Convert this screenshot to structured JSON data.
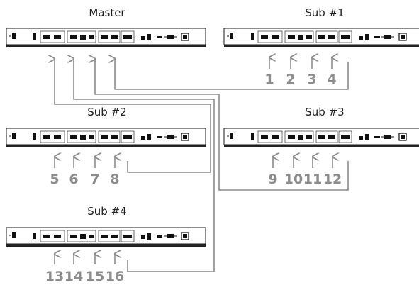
{
  "units": [
    {
      "id": "master",
      "label": "Master",
      "inputs": []
    },
    {
      "id": "sub1",
      "label": "Sub #1",
      "inputs": [
        "1",
        "2",
        "3",
        "4"
      ]
    },
    {
      "id": "sub2",
      "label": "Sub #2",
      "inputs": [
        "5",
        "6",
        "7",
        "8"
      ]
    },
    {
      "id": "sub3",
      "label": "Sub #3",
      "inputs": [
        "9",
        "10",
        "11",
        "12"
      ]
    },
    {
      "id": "sub4",
      "label": "Sub #4",
      "inputs": [
        "13",
        "14",
        "15",
        "16"
      ]
    }
  ],
  "colors": {
    "wire": "#8c8c8c",
    "label": "#8c8c8c",
    "device_body": "#ffffff",
    "device_outline": "#1a1a1a"
  }
}
